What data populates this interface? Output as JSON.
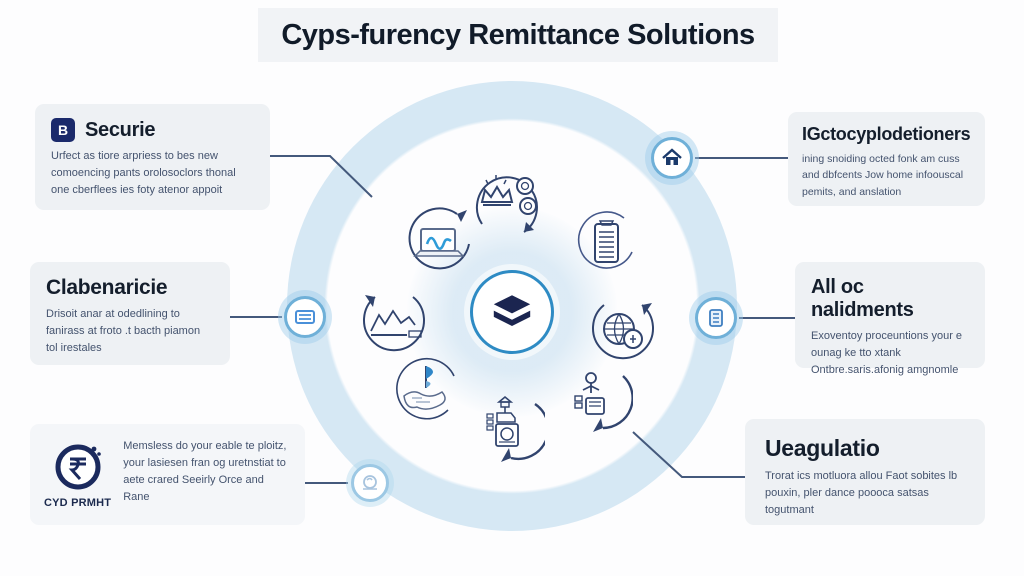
{
  "title": "Cyps-furency Remittance Solutions",
  "colors": {
    "accent_blue": "#2e8bc4",
    "navy": "#1b2a5e",
    "ring_outer_band": "#b0d4ea",
    "ring_inner_band": "#d6e8f4",
    "card_background": "#eef1f4",
    "body_text": "#44536e",
    "heading_text": "#141e2c"
  },
  "center": {
    "icon": "layers-stack-icon"
  },
  "ring_icons": [
    "laptop-wave-icon",
    "crown-coins-icon",
    "ledger-document-icon",
    "globe-transfer-icon",
    "kiosk-figure-icon",
    "remittance-machine-icon",
    "boat-map-icon",
    "line-chart-icon"
  ],
  "nodes": {
    "left": "card-icon",
    "bottom_left": "stamp-icon",
    "top_right": "home-icon",
    "right": "document-icon"
  },
  "cards": {
    "secure": {
      "badge": "B",
      "heading": "Securie",
      "body": "Urfect as tiore arpriess to bes new comoencing pants orolosoclors thonal one cberflees ies foty atenor appoit"
    },
    "clearance": {
      "heading": "Clabenaricie",
      "body": "Drisoit anar at odedlining to fanirass at froto .t bacth piamon tol irestales"
    },
    "cyd": {
      "label": "CYD PRMHT",
      "body": "Memsless do your eable te ploitz, your lasiesen fran og uretnstiat to aete crared Seeirly Orce and Rane"
    },
    "crypto": {
      "heading": "IGctocyplodetioners",
      "body": "ining snoiding octed fonk am cuss and dbfcents Jow home infoouscal pemits, and anslation"
    },
    "allocations": {
      "heading": "All oc nalidments",
      "body": "Exoventoy proceuntions your e ounag ke tto xtank Ontbre.saris.afonig amgnomle"
    },
    "regulation": {
      "heading": "Ueagulatio",
      "body": "Trorat ics motluora allou Faot sobites lb pouxin, pler dance poooca satsas togutmant"
    }
  }
}
